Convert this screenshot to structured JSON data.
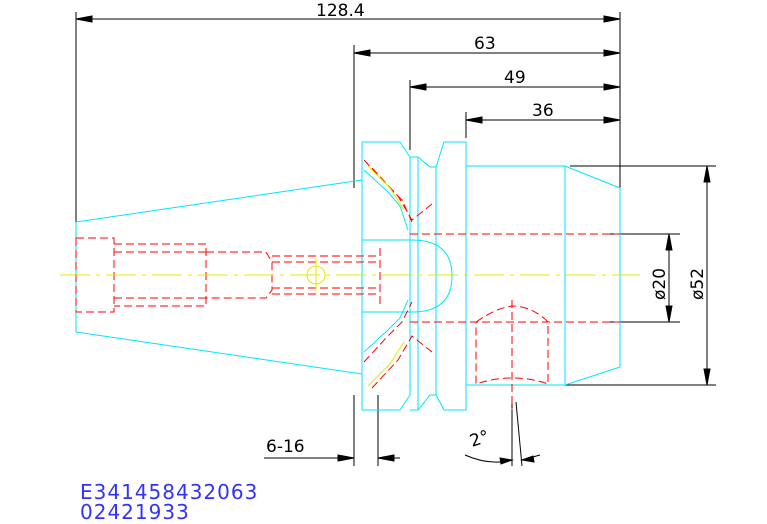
{
  "dimensions": {
    "overall_length": "128.4",
    "flange_length": "63",
    "groove_length": "49",
    "body_length": "36",
    "bore_diameter": "ø20",
    "outer_diameter": "ø52",
    "thread": "6-16",
    "taper_angle": "2°"
  },
  "codes": {
    "part_code": "E341458432063",
    "order_code": "02421933"
  },
  "colors": {
    "outline": "#00e5ff",
    "hidden": "#ff0000",
    "center": "#e8e800",
    "dimension": "#000000",
    "code_text": "#3232ff"
  }
}
